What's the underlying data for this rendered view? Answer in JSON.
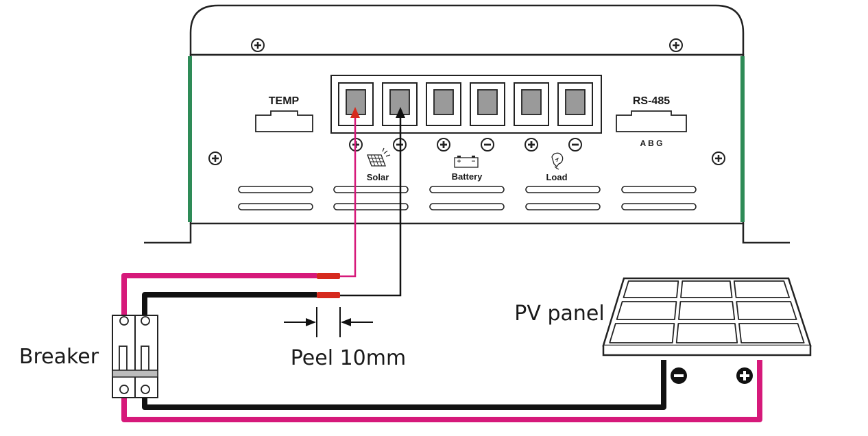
{
  "controller": {
    "temp_label": "TEMP",
    "rs485_label": "RS-485",
    "rs485_pins": "A B G",
    "solar_label": "Solar",
    "battery_label": "Battery",
    "load_label": "Load",
    "terminals": [
      {
        "name": "solar-positive-terminal",
        "sign": "+"
      },
      {
        "name": "solar-negative-terminal",
        "sign": "-"
      },
      {
        "name": "battery-positive-terminal",
        "sign": "+"
      },
      {
        "name": "battery-negative-terminal",
        "sign": "-"
      },
      {
        "name": "load-positive-terminal",
        "sign": "+"
      },
      {
        "name": "load-negative-terminal",
        "sign": "-"
      }
    ]
  },
  "labels": {
    "breaker": "Breaker",
    "pv_panel": "PV panel",
    "peel": "Peel 10mm"
  },
  "colors": {
    "positive_wire": "#d6197a",
    "negative_wire": "#111111",
    "ferrule": "#d62a1e",
    "enclosure_green": "#2e8b57",
    "terminal_fill": "#9a9a9a"
  },
  "icons": [
    "solar-panel-icon",
    "battery-icon",
    "bulb-icon",
    "screw-icon",
    "plus-icon",
    "minus-icon"
  ]
}
